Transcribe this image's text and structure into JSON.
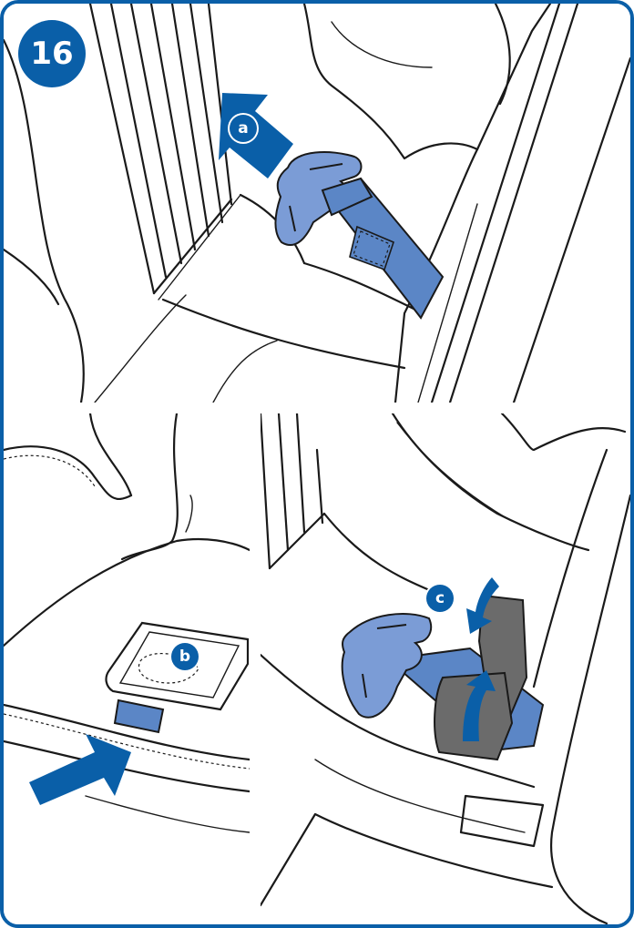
{
  "step": {
    "number": "16"
  },
  "callouts": {
    "a": "a",
    "b": "b",
    "c": "c"
  },
  "colors": {
    "brand_blue": "#0a5fa8",
    "strap_blue": "#5b86c6",
    "clip_blue": "#7b9cd6",
    "lock_gray": "#6b6b6b",
    "outline": "#1a1a1a"
  },
  "icons": {
    "arrow_a": "arrow-up-left-icon",
    "arrow_b": "arrow-up-right-icon",
    "arrow_c_down": "arrow-curved-down-icon",
    "arrow_c_up": "arrow-curved-up-icon"
  }
}
